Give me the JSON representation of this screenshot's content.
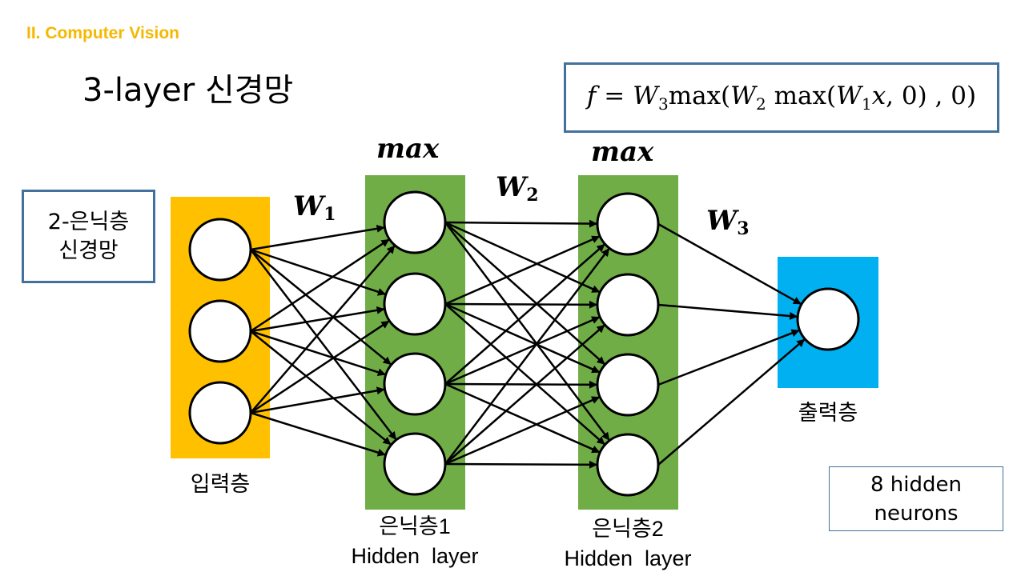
{
  "section_label": "II. Computer Vision",
  "title": "3-layer 신경망",
  "formula": {
    "f": "f",
    "eq": " = ",
    "w3": "W",
    "w3_sub": "3",
    "max1": "max(",
    "w2": "W",
    "w2_sub": "2",
    "max2": " max(",
    "w1": "W",
    "w1_sub": "1",
    "x": "x",
    "tail": ", 0) , 0)"
  },
  "note": {
    "line1": "2-은닉층",
    "line2": "신경망"
  },
  "neurons_note": {
    "line1": "8 hidden",
    "line2": "neurons"
  },
  "activations": {
    "hidden1": "max",
    "hidden2": "max"
  },
  "weights": [
    {
      "symbol": "W",
      "sub": "1"
    },
    {
      "symbol": "W",
      "sub": "2"
    },
    {
      "symbol": "W",
      "sub": "3"
    }
  ],
  "layers": {
    "input": {
      "label": "입력층",
      "neurons": 3,
      "color": "#ffc000"
    },
    "hidden1": {
      "label": "은닉층1",
      "sublabel": "Hidden  layer",
      "neurons": 4,
      "color": "#70ad47"
    },
    "hidden2": {
      "label": "은닉층2",
      "sublabel": "Hidden  layer",
      "neurons": 4,
      "color": "#70ad47"
    },
    "output": {
      "label": "출력층",
      "neurons": 1,
      "color": "#00b0f0"
    }
  },
  "colors": {
    "section_label": "#f5b800",
    "box_border": "#41719c"
  }
}
